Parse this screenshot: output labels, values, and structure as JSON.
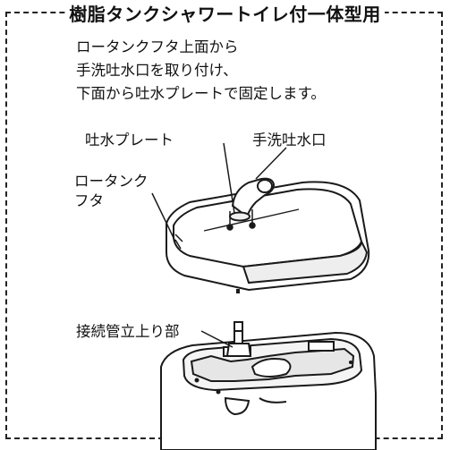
{
  "title": "樹脂タンクシャワートイレ付一体型用",
  "description": [
    "ロータンクフタ上面から",
    "手洗吐水口を取り付け、",
    "下面から吐水プレートで固定します。"
  ],
  "labels": {
    "spout_plate": "吐水プレート",
    "hand_wash_spout": "手洗吐水口",
    "tank_lid_line1": "ロータンク",
    "tank_lid_line2": "フタ",
    "connection_pipe": "接続管立上り部"
  },
  "colors": {
    "line": "#1a1a1a",
    "fill": "#ffffff",
    "shade": "#dcdcdc"
  }
}
